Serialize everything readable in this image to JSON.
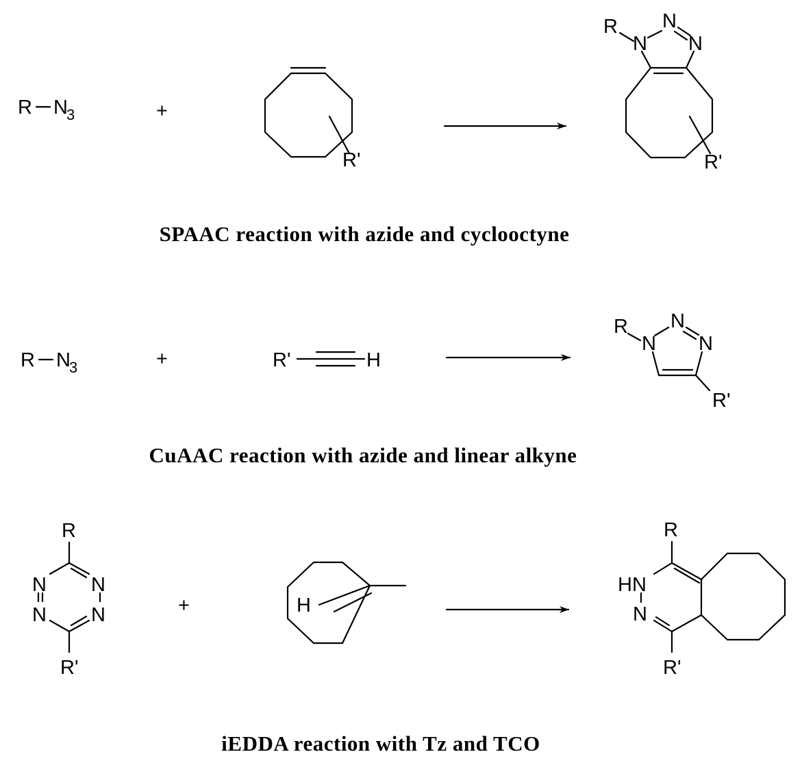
{
  "reactions": [
    {
      "caption": "SPAAC reaction with azide and cyclooctyne",
      "reactant1": {
        "r": "R",
        "n": "N",
        "sub": "3"
      },
      "plus": "+",
      "reactant2": {
        "substituent": "R'"
      },
      "product": {
        "r": "R",
        "n1": "N",
        "n2": "N",
        "n3": "N",
        "substituent": "R'"
      }
    },
    {
      "caption": "CuAAC reaction with azide and linear alkyne",
      "reactant1": {
        "r": "R",
        "n": "N",
        "sub": "3"
      },
      "plus": "+",
      "reactant2": {
        "left": "R'",
        "right": "H"
      },
      "product": {
        "r": "R",
        "n1": "N",
        "n2": "N",
        "n3": "N",
        "substituent": "R'"
      }
    },
    {
      "caption": "iEDDA reaction with Tz and TCO",
      "reactant1": {
        "top": "R",
        "bottom": "R'",
        "n1": "N",
        "n2": "N",
        "n3": "N",
        "n4": "N"
      },
      "plus": "+",
      "reactant2": {
        "h": "H"
      },
      "product": {
        "top": "R",
        "bottom": "R'",
        "nh": "HN",
        "n": "N"
      }
    }
  ]
}
